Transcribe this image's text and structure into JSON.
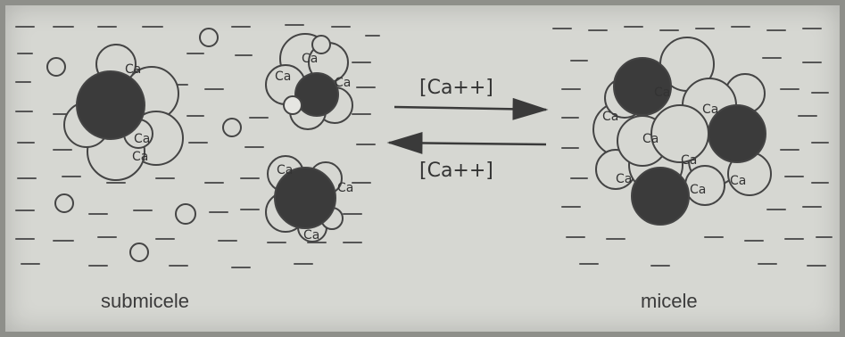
{
  "figure": {
    "left_label": "submicele",
    "right_label": "micele",
    "arrow_top_label": "[Ca++]",
    "arrow_bottom_label": "[Ca++]",
    "calcium_mark": "Ca"
  },
  "colors": {
    "background": "#d6d7d2",
    "ink": "#3a3a3a",
    "dark_sphere": "#3b3b3b"
  }
}
